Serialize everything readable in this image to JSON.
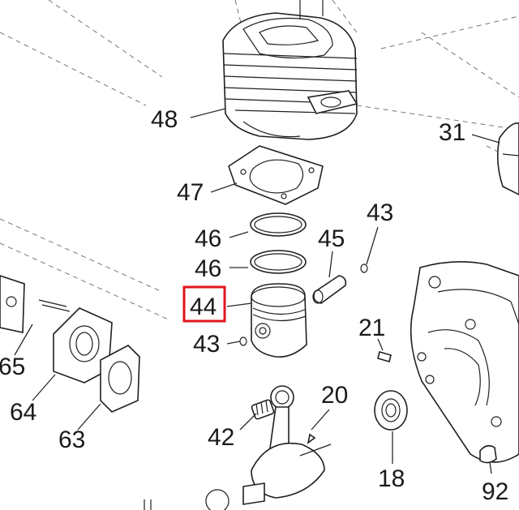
{
  "diagram": {
    "highlight_color": "#e0141e",
    "ink_color": "#1a1a1a",
    "callouts": {
      "c48": "48",
      "c47": "47",
      "c46a": "46",
      "c46b": "46",
      "c45": "45",
      "c43a": "43",
      "c43b": "43",
      "c44": "44",
      "c21": "21",
      "c31": "31",
      "c20": "20",
      "c42": "42",
      "c18": "18",
      "c65": "65",
      "c64": "64",
      "c63": "63",
      "c92": "92"
    },
    "highlighted_callout": "c44"
  }
}
